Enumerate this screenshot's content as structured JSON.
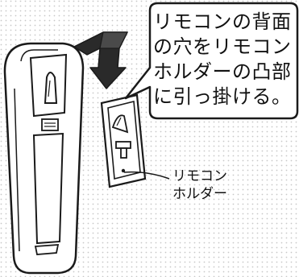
{
  "callout": {
    "lines": [
      "リモコンの背面",
      "の穴をリモコン",
      "ホルダーの凸部",
      "に引っ掛ける。"
    ]
  },
  "holder_label": {
    "lines": [
      "リモコン",
      "ホルダー"
    ]
  },
  "colors": {
    "line": "#1a1a1a",
    "dot_grid": "#c8c8c8",
    "arrow_fill": "#2a2a2a",
    "background": "#ffffff"
  },
  "icons": {
    "arrow": "hook-down-arrow-icon"
  }
}
